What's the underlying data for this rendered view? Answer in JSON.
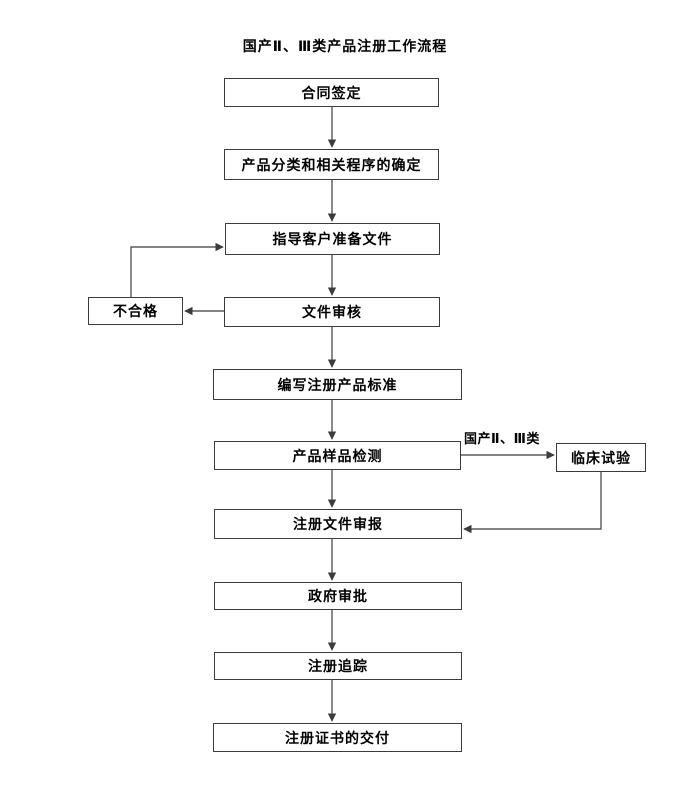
{
  "title": "国产Ⅱ、Ⅲ类产品注册工作流程",
  "flowchart": {
    "nodes": {
      "contract": "合同签定",
      "classification": "产品分类和相关程序的确定",
      "guide_docs": "指导客户准备文件",
      "doc_review": "文件审核",
      "unqualified": "不合格",
      "write_standard": "编写注册产品标准",
      "sample_testing": "产品样品检测",
      "clinical_trial": "临床试验",
      "registration_submission": "注册文件审报",
      "government_approval": "政府审批",
      "registration_tracking": "注册追踪",
      "certificate_delivery": "注册证书的交付"
    },
    "edge_labels": {
      "domestic_class_2_3": "国产Ⅱ、Ⅲ类"
    },
    "colors": {
      "background": "#ffffff",
      "box_fill": "#ffffff",
      "box_border": "#3c3c3c",
      "text": "#000000"
    }
  }
}
